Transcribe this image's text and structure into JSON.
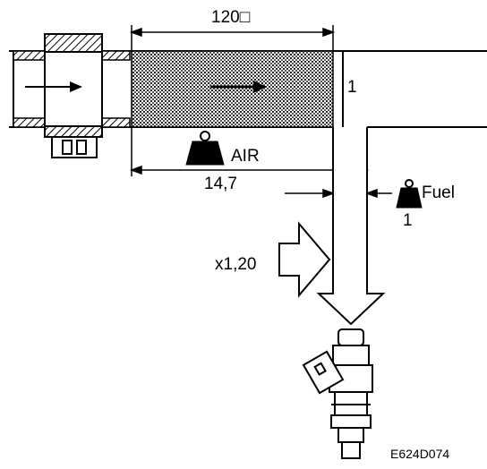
{
  "labels": {
    "length": "120□",
    "air_ratio": "14,7",
    "air": "AIR",
    "fuel": "Fuel",
    "fuel_ratio": "1",
    "section_number": "1",
    "multiplier": "x1,20",
    "figure_code": "E624D074"
  },
  "icons": {
    "air_weight": "weight-icon",
    "fuel_weight": "weight-icon",
    "flow_arrow": "arrow-right-icon",
    "pressure_arrow": "block-arrow-right-icon",
    "down_arrow": "block-arrow-down-icon",
    "injector": "fuel-injector-icon",
    "sensor": "air-flow-sensor-icon"
  },
  "colors": {
    "ink": "#000000",
    "paper": "#ffffff",
    "hatch": "#444444"
  }
}
